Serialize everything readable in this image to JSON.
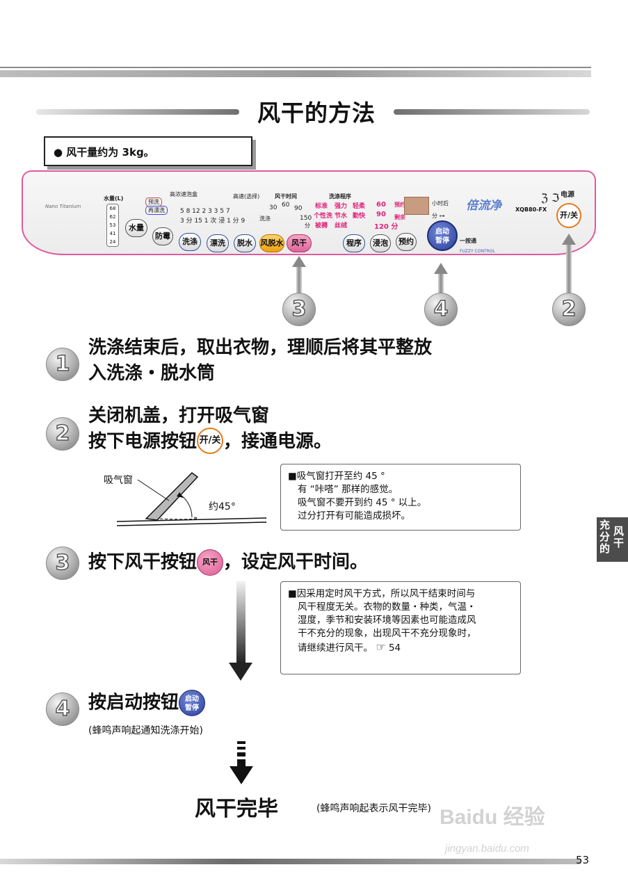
{
  "page_title": "风干的方法",
  "note": "● 风干量约为 3kg。",
  "panel": {
    "logo": "Nano Titanium",
    "water_label": "水量(L)",
    "water_levels": [
      "68",
      "62",
      "53",
      "41",
      "24"
    ],
    "foam_label": "高浓速泡盒",
    "rinse_label_1": "预洗",
    "rinse_label_2": "再漂洗",
    "fast_dry_label": "高速(选择)",
    "dry_time_label": "风干时间",
    "dry_times": [
      "30",
      "60",
      "90",
      "150"
    ],
    "dry_time_unit": "分",
    "dry_wash": "洗涤",
    "num_row_1": "5 8 12  2 3  3 5 7",
    "num_row_2": "3 分 15  1 次 浸  1 分 9",
    "program_label": "洗涤程序",
    "programs": [
      [
        "标准",
        "强力",
        "轻柔"
      ],
      [
        "个性洗",
        "节水",
        "勤快"
      ],
      [
        "被褥",
        "丝绒",
        ""
      ]
    ],
    "minutes": [
      "60",
      "90",
      "120 分"
    ],
    "reserve": "预约",
    "remain": "剩余",
    "hours_remain": "小时后",
    "minute_lock": "分",
    "brand": "倍流净",
    "model": "XQB80-FX",
    "power_label": "电源",
    "power_button": "开/关",
    "one_touch": "一按通",
    "fuzzy": "FUZZY CONTROL",
    "buttons": {
      "water": "水量",
      "mold": "防霉",
      "wash": "洗涤",
      "rinse": "漂洗",
      "spin": "脱水",
      "air_spin": "风脱水",
      "air_dry": "风干",
      "program": "程序",
      "soak": "浸泡",
      "reserve": "预约",
      "start_1": "启动",
      "start_2": "暂停"
    }
  },
  "arrow_labels": [
    "3",
    "4",
    "2"
  ],
  "steps": [
    {
      "num": "1",
      "line1": "洗涤结束后，取出衣物，理顺后将其平整放",
      "line2": "入洗涤・脱水筒"
    },
    {
      "num": "2",
      "line1": "关闭机盖，打开吸气窗",
      "line2_pre": "按下电源按钮",
      "line2_icon": "开/关",
      "line2_post": "，接通电源。"
    },
    {
      "num": "3",
      "line1_pre": "按下风干按钮",
      "line1_icon": "风干",
      "line1_post": "，设定风干时间。"
    },
    {
      "num": "4",
      "line1": "按启动按钮",
      "icon_1": "启动",
      "icon_2": "暂停",
      "sub": "(蜂鸣声响起通知洗涤开始)"
    }
  ],
  "diagram": {
    "label_window": "吸气窗",
    "label_angle": "约45°"
  },
  "info_box_1": [
    "■吸气窗打开至约 45 °",
    "有 “咔嗒” 那样的感觉。",
    "吸气窗不要开到约 45 ° 以上。",
    "过分打开有可能造成损坏。"
  ],
  "info_box_2": [
    "■因采用定时风干方式，所以风干结束时间与",
    "风干程度无关。衣物的数量・种类，气温・",
    "湿度，季节和安装环境等因素也可能造成风",
    "干不充分的现象，出现风干不充分现象时，",
    "请继续进行风干。"
  ],
  "info_box_2_ref": "54",
  "side_tab": [
    "充分的",
    "风干"
  ],
  "final_title": "风干完毕",
  "final_sub": "(蜂鸣声响起表示风干完毕)",
  "page_number": "53",
  "watermark": "Baidu 经验",
  "watermark_url": "jingyan.baidu.com"
}
